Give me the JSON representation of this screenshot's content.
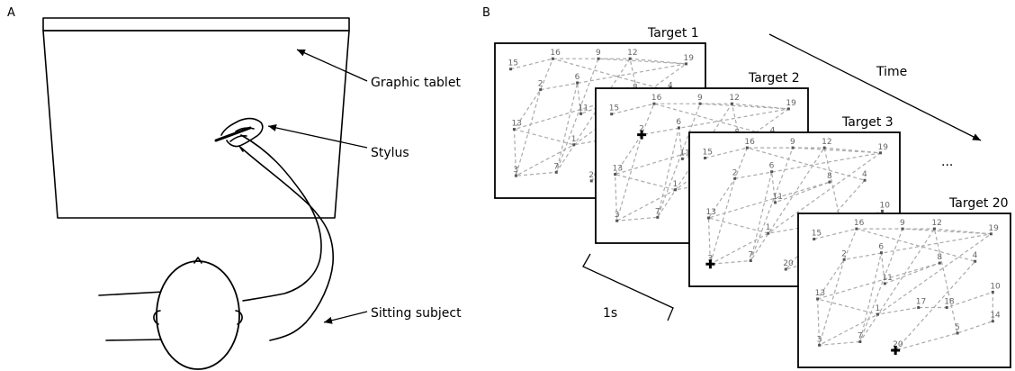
{
  "panel_a": {
    "letter": "A",
    "labels": {
      "tablet": "Graphic tablet",
      "stylus": "Stylus",
      "subject": "Sitting subject"
    }
  },
  "panel_b": {
    "letter": "B",
    "time_label": "Time",
    "ellipsis": "...",
    "interval_label": "1s",
    "screens": [
      {
        "title": "Target 1",
        "cursor_at": "4"
      },
      {
        "title": "Target 2",
        "cursor_at": "2"
      },
      {
        "title": "Target 3",
        "cursor_at": "3"
      },
      {
        "title": "Target 20",
        "cursor_at": "20"
      }
    ],
    "targets": [
      {
        "n": "1"
      },
      {
        "n": "2"
      },
      {
        "n": "3"
      },
      {
        "n": "4"
      },
      {
        "n": "5"
      },
      {
        "n": "6"
      },
      {
        "n": "7"
      },
      {
        "n": "8"
      },
      {
        "n": "9"
      },
      {
        "n": "10"
      },
      {
        "n": "11"
      },
      {
        "n": "12"
      },
      {
        "n": "13"
      },
      {
        "n": "14"
      },
      {
        "n": "15"
      },
      {
        "n": "16"
      },
      {
        "n": "17"
      },
      {
        "n": "18"
      },
      {
        "n": "19"
      },
      {
        "n": "20"
      }
    ]
  },
  "colors": {
    "path": "#aaaaaa",
    "ink": "#000000",
    "target_number": "#666666"
  }
}
